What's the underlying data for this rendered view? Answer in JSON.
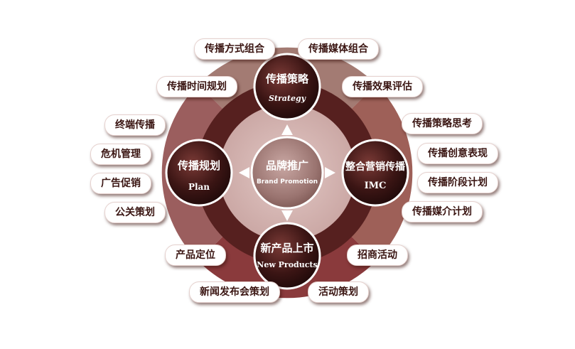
{
  "center": {
    "title": "品牌推广",
    "subtitle": "Brand Promotion"
  },
  "nodes": {
    "top": {
      "title": "传播策略",
      "subtitle": "Strategy"
    },
    "left": {
      "title": "传播规划",
      "subtitle": "Plan"
    },
    "right": {
      "title": "整合营销传播",
      "subtitle": "IMC"
    },
    "bottom": {
      "title": "新产品上市",
      "subtitle": "New Products"
    }
  },
  "pills": {
    "top": [
      "传播方式组合",
      "传播媒体组合",
      "传播时间规划",
      "传播效果评估"
    ],
    "left": [
      "终端传播",
      "危机管理",
      "广告促销",
      "公关策划"
    ],
    "right": [
      "传播策略思考",
      "传播创意表现",
      "传播阶段计划",
      "传播媒介计划"
    ],
    "bottom": [
      "产品定位",
      "招商活动",
      "新闻发布会策划",
      "活动策划"
    ]
  },
  "colors": {
    "top_sector": "#a37b73",
    "left_sector": "#9b5e5e",
    "right_sector": "#9e6058",
    "bottom_sector": "#8a3a3c",
    "ring": "#56201f",
    "inner_disc": "#d3b3b0",
    "node_dark": "#3b1514",
    "pill_text": "#3a1512"
  }
}
